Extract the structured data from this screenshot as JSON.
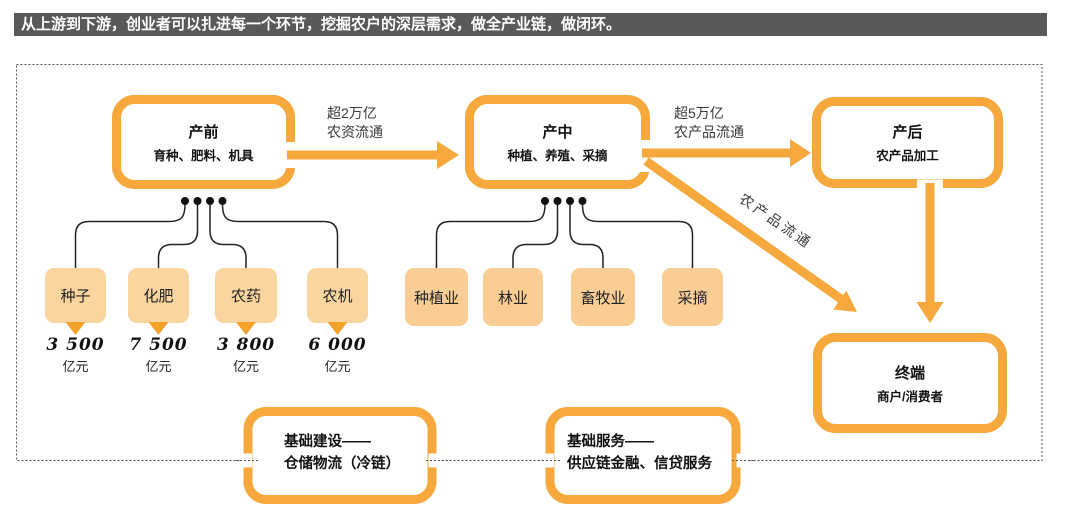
{
  "header": {
    "text": "从上游到下游，创业者可以扎进每一个环节，挖掘农户的深层需求，做全产业链，做闭环。"
  },
  "stages": {
    "pre": {
      "title": "产前",
      "subtitle": "育种、肥料、机具"
    },
    "mid": {
      "title": "产中",
      "subtitle": "种植、养殖、采摘"
    },
    "post": {
      "title": "产后",
      "subtitle": "农产品加工"
    },
    "terminal": {
      "title": "终端",
      "subtitle": "商户/消费者"
    }
  },
  "flows": {
    "pre_to_mid": {
      "line1": "超2万亿",
      "line2": "农资流通"
    },
    "mid_to_post": {
      "line1": "超5万亿",
      "line2": "农产品流通"
    },
    "mid_to_terminal": {
      "label": "农产品流通"
    }
  },
  "pre_categories": [
    {
      "label": "种子",
      "value": "3 500",
      "unit": "亿元"
    },
    {
      "label": "化肥",
      "value": "7 500",
      "unit": "亿元"
    },
    {
      "label": "农药",
      "value": "3 800",
      "unit": "亿元"
    },
    {
      "label": "农机",
      "value": "6 000",
      "unit": "亿元"
    }
  ],
  "mid_categories": [
    {
      "label": "种植业"
    },
    {
      "label": "林业"
    },
    {
      "label": "畜牧业"
    },
    {
      "label": "采摘"
    }
  ],
  "infrastructure": [
    {
      "line1": "基础建设——",
      "line2": "仓储物流（冷链）"
    },
    {
      "line1": "基础服务——",
      "line2": "供应链金融、信贷服务"
    }
  ],
  "colors": {
    "accent_orange": "#F6A83C",
    "pointer_orange": "#F5A22B",
    "peach_fill": "#FAD5A0",
    "peach_fill_dark": "#F9CD93",
    "header_bg": "#59595B"
  }
}
